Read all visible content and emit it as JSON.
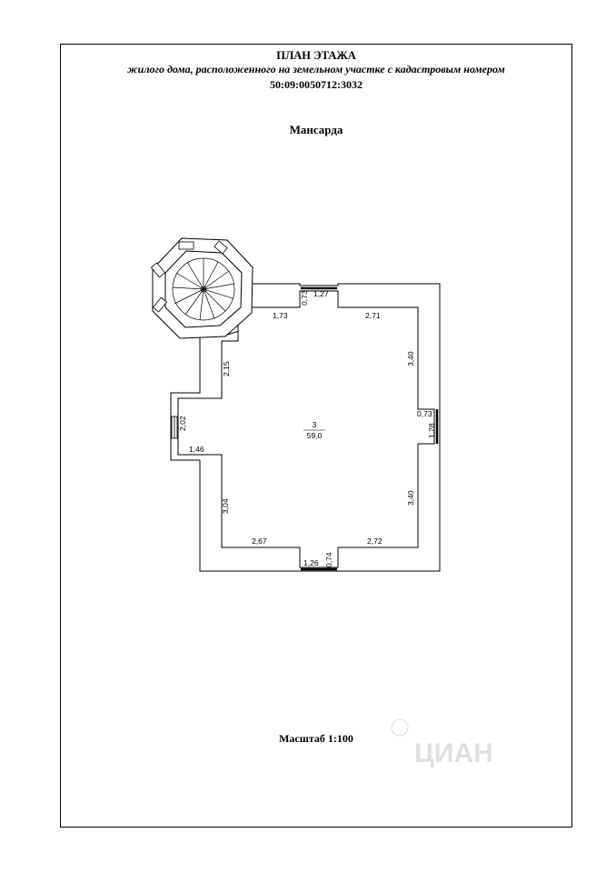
{
  "header": {
    "title": "ПЛАН ЭТАЖА",
    "subtitle": "жилого дома, расположенного на земельном участке с кадастровым номером",
    "cadastral": "50:09:0050712:3032",
    "floor": "Мансарда"
  },
  "room": {
    "number": "3",
    "area": "59,0"
  },
  "dimensions": {
    "top_left": "1,73",
    "top_door_depth": "0,73",
    "top_door_width": "1,27",
    "top_right": "2,71",
    "right_upper": "3,40",
    "right_door_depth": "0,73",
    "right_door_width": "1,28",
    "right_lower": "3,40",
    "bottom_right": "2,72",
    "bottom_door_depth": "0,74",
    "bottom_door_width": "1,26",
    "bottom_left": "2,67",
    "left_lower": "3,04",
    "left_offset": "1,46",
    "left_window": "2,02",
    "corridor": "2,15"
  },
  "scale": "Масштаб 1:100",
  "watermark": "ЦИАН"
}
